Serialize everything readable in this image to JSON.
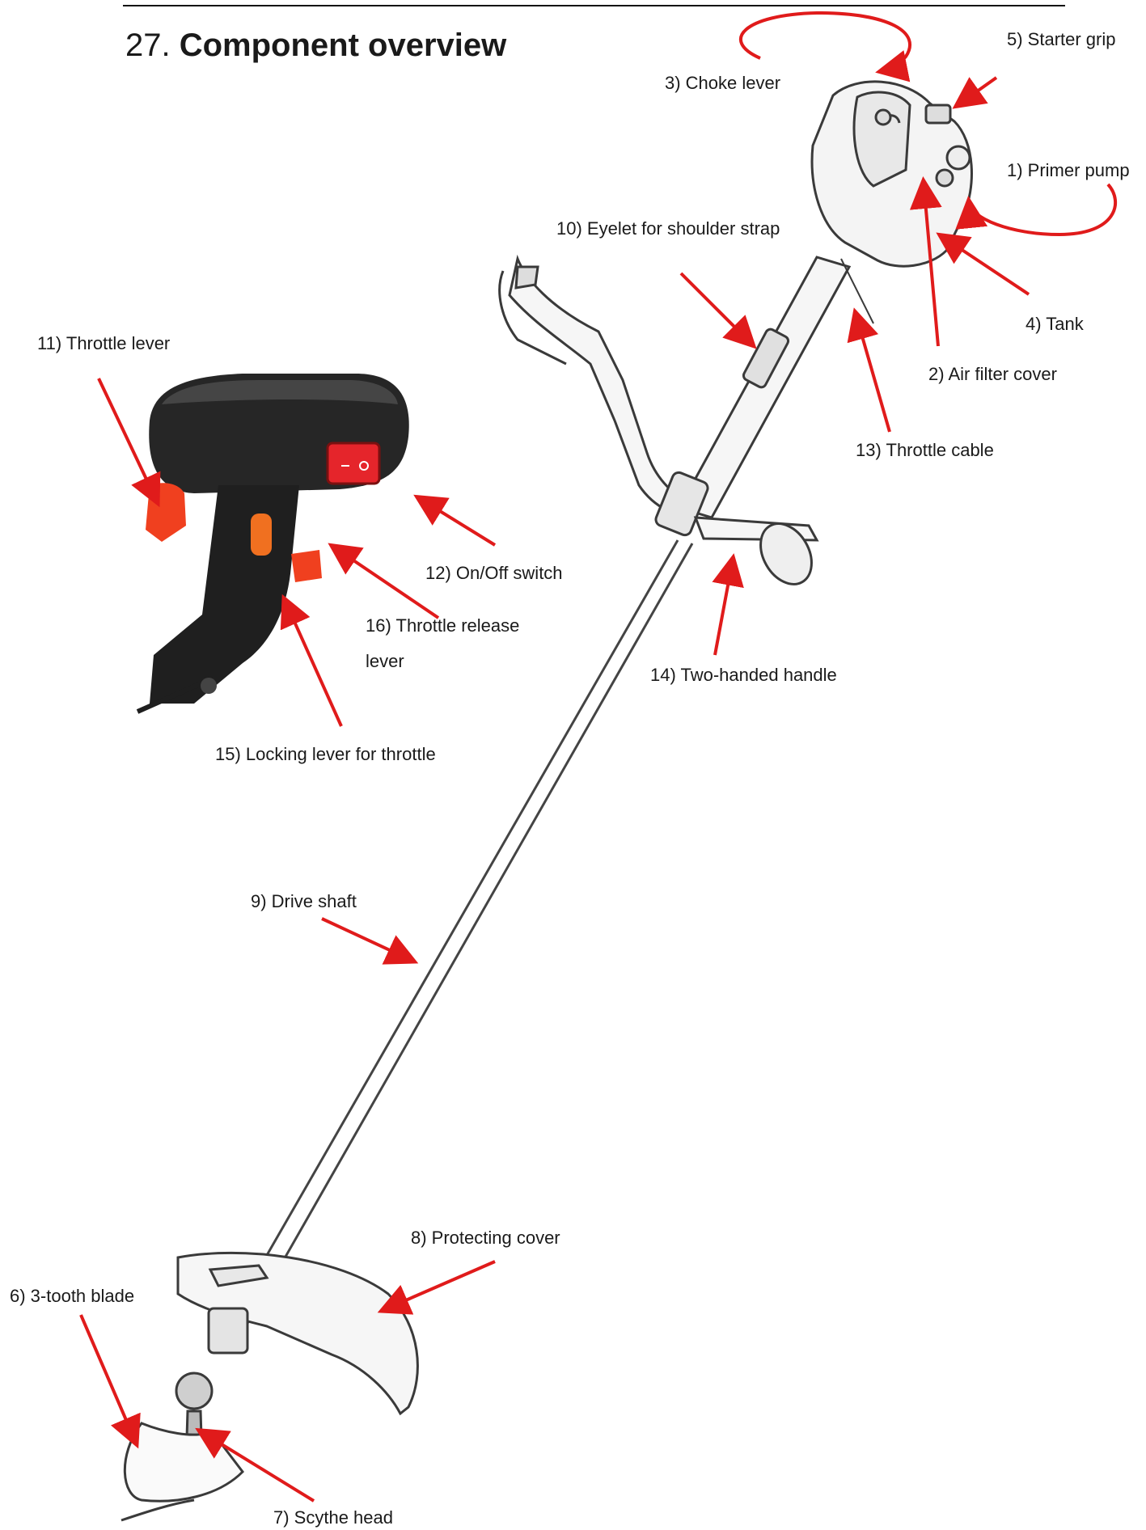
{
  "header": {
    "number": "27.",
    "title": "Component overview"
  },
  "colors": {
    "arrow": "#e01b1b",
    "switch": "#e5252b",
    "throttle_lever": "#f0401f",
    "lock_button": "#f07020",
    "outline": "#3a3a3a",
    "grip": "#1f1f1f"
  },
  "labels": [
    {
      "id": "primer-pump",
      "text": "1) Primer pump"
    },
    {
      "id": "air-filter-cover",
      "text": "2) Air filter cover"
    },
    {
      "id": "choke-lever",
      "text": "3) Choke lever"
    },
    {
      "id": "tank",
      "text": "4) Tank"
    },
    {
      "id": "starter-grip",
      "text": "5) Starter grip"
    },
    {
      "id": "3-tooth-blade",
      "text": "6) 3-tooth blade"
    },
    {
      "id": "scythe-head",
      "text": "7) Scythe head"
    },
    {
      "id": "protecting-cover",
      "text": "8) Protecting cover"
    },
    {
      "id": "drive-shaft",
      "text": "9) Drive shaft"
    },
    {
      "id": "eyelet-shoulder-strap",
      "text": "10) Eyelet for shoulder strap"
    },
    {
      "id": "throttle-lever",
      "text": "11) Throttle lever"
    },
    {
      "id": "on-off-switch",
      "text": "12) On/Off switch"
    },
    {
      "id": "throttle-cable",
      "text": "13) Throttle cable"
    },
    {
      "id": "two-handed-handle",
      "text": "14) Two-handed handle"
    },
    {
      "id": "locking-lever-throttle",
      "text": "15) Locking lever for throttle"
    },
    {
      "id": "throttle-release-lever",
      "text": "16) Throttle release lever"
    }
  ]
}
